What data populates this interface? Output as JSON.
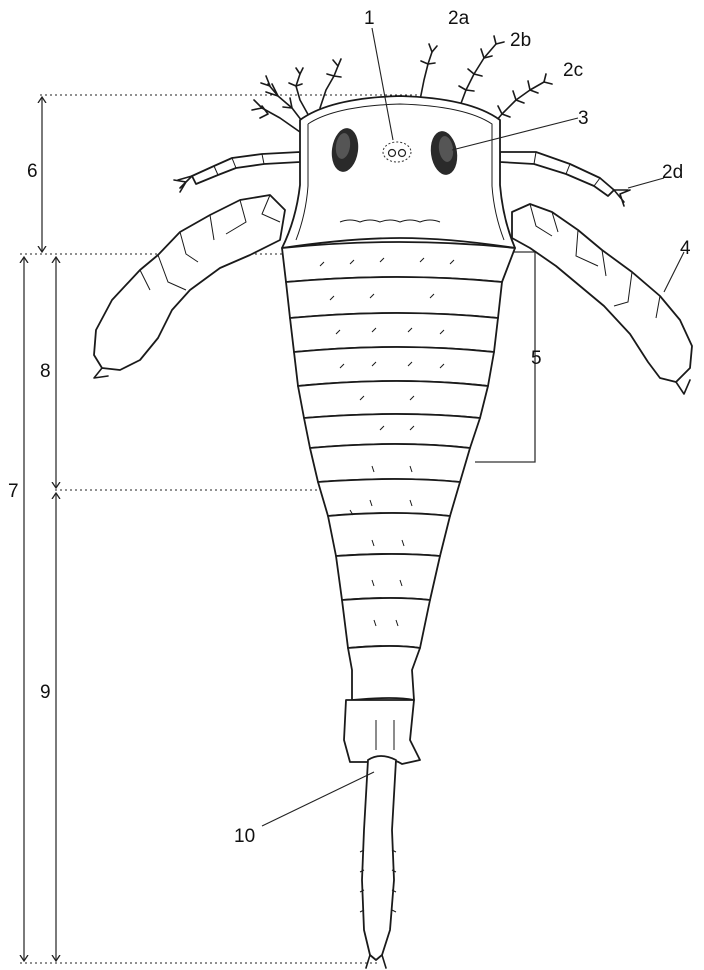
{
  "labels": {
    "ocelli": "1",
    "appendage_a": "2a",
    "appendage_b": "2b",
    "appendage_c": "2c",
    "appendage_d": "2d",
    "compound_eye": "3",
    "swimming_leg": "4",
    "preabdomen_bracket": "5",
    "prosoma_length": "6",
    "total_length": "7",
    "mesosoma_length": "8",
    "metasoma_length": "9",
    "telson": "10"
  }
}
